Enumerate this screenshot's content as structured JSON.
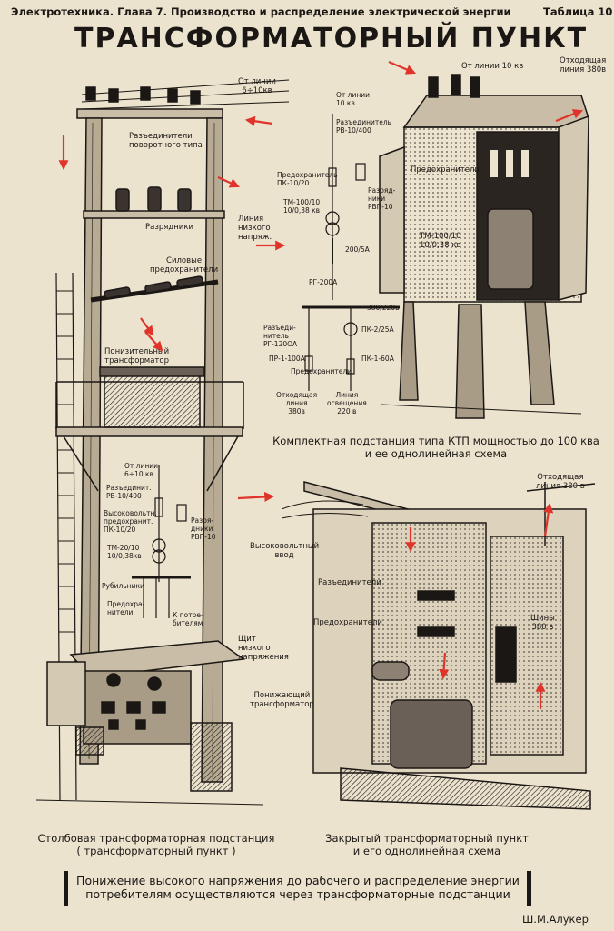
{
  "header": {
    "left": "Электротехника. Глава 7.  Производство и распределение электрической энергии",
    "right": "Таблица 10"
  },
  "title": "ТРАНСФОРМАТОРНЫЙ ПУНКТ",
  "pole_station": {
    "labels": {
      "line_in": "От линии\n6÷10кв",
      "disconnector": "Разъединители\nповоротного типа",
      "arresters": "Разрядники",
      "power_fuses": "Силовые\nпредохранители",
      "lv_line": "Линия\nнизкого\nнапряж.",
      "step_down": "Понизительный\nтрансформатор",
      "lv_panel": "Щит\nнизкого\nнапряжения"
    },
    "scheme": {
      "line_in": "От линии\n6÷10 кв",
      "disconnector": "Разъединит.\nРВ-10/400",
      "hv_fuse": "Высоковольтн.\nпредохранит.\nПК-10/20",
      "arrester": "Разря-\nдники\nРВП-10",
      "transformer": "ТМ-20/10\n10/0,38кв",
      "switches": "Рубильники",
      "fuses": "Предохра-\nнители",
      "to_consumers": "К потре-\nбителям"
    },
    "caption": "Столбовая трансформаторная подстанция\n( трансформаторный пункт )"
  },
  "ktp": {
    "labels": {
      "line_in": "От линии 10 кв",
      "outgoing": "Отходящая\nлиния 380в",
      "fuses": "Предохранители",
      "transformer": "ТМ-100/10\n10/0,38 кв"
    },
    "scheme": {
      "line_in": "От линии\n10 кв",
      "disconnector": "Разъединитель\nРВ-10/400",
      "hv_fuse": "Предохранитель\nПК-10/20",
      "transformer": "ТМ-100/10\n10/0,38 кв",
      "arrester": "Разряд-\nники\nРВП-10",
      "ct": "200/5А",
      "switch": "РГ-200А",
      "bus": "380/220в",
      "disc2": "Разъеди-\nнитель\nРГ-120ОА",
      "pk": "ПК-2/25А",
      "pr1": "ПР-1-100А",
      "pk1": "ПК-1-60А",
      "fuses": "Предохранители",
      "out_line": "Отходящая\nлиния\n380в",
      "light_line": "Линия\nосвещения\n220 в"
    },
    "caption": "Комплектная подстанция типа КТП мощностью до 100 ква\nи ее однолинейная схема"
  },
  "closed": {
    "labels": {
      "outgoing": "Отходящая\nлиния 380 в",
      "hv_input": "Высоковольтный\nввод",
      "disconnectors": "Разъединители",
      "fuses": "Предохранители",
      "busbars": "Шины\n380 в",
      "transformer": "Понижающий\nтрансформатор"
    },
    "caption": "Закрытый трансформаторный пункт\nи его однолинейная схема"
  },
  "bottom_text": "Понижение высокого напряжения до рабочего и распределение энергии\nпотребителям осуществляются через трансформаторные подстанции",
  "signature": "Ш.М.Алукер",
  "colors": {
    "paper": "#ece3cf",
    "ink": "#1b1714",
    "arrow": "#e0342a"
  }
}
